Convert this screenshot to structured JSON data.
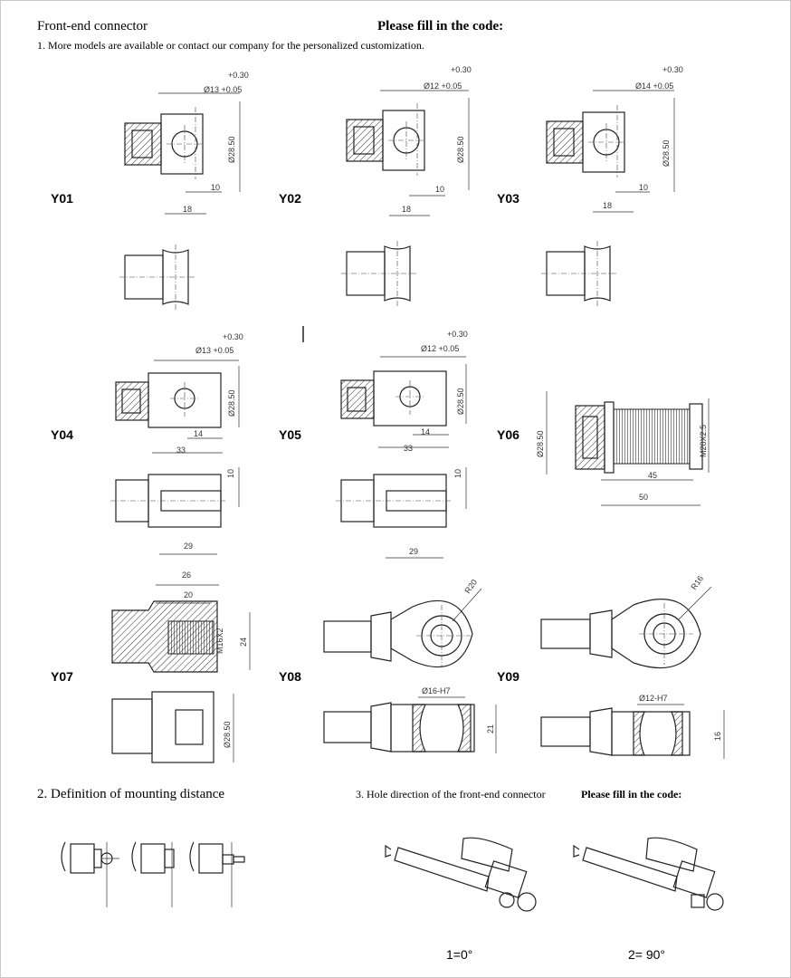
{
  "header": {
    "left_title": "Front-end connector",
    "right_title": "Please fill in the code:"
  },
  "note1": "1.  More models are available or contact our company for the personalized customization.",
  "models": [
    {
      "code": "Y01"
    },
    {
      "code": "Y02"
    },
    {
      "code": "Y03"
    },
    {
      "code": "Y04"
    },
    {
      "code": "Y05"
    },
    {
      "code": "Y06"
    },
    {
      "code": "Y07"
    },
    {
      "code": "Y08"
    },
    {
      "code": "Y09"
    }
  ],
  "dims": {
    "tol_upper": "+0.30",
    "tol_lower": "+0.05",
    "d13": "Ø13",
    "d12": "Ø12",
    "d14": "Ø14",
    "d2850": "Ø28.50",
    "v10": "10",
    "v18": "18",
    "v14": "14",
    "v33": "33",
    "v29": "29",
    "v45": "45",
    "v50": "50",
    "m20": "M20X2.5",
    "v26": "26",
    "v20": "20",
    "m16": "M16X2",
    "v24": "24",
    "r20": "R20",
    "r16": "R16",
    "h16": "Ø16-H7",
    "h12": "Ø12-H7",
    "v21": "21",
    "v16": "16"
  },
  "section2": "2. Definition of mounting distance",
  "section3": "3. Hole direction of the front-end connector",
  "section3_code": "Please fill in the code:",
  "angles": {
    "a1": "1=0°",
    "a2": "2= 90°"
  }
}
